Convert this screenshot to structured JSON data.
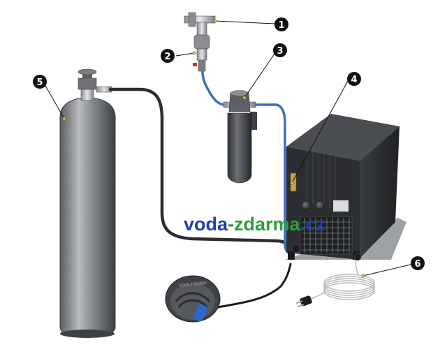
{
  "callouts": [
    {
      "number": "1"
    },
    {
      "number": "2"
    },
    {
      "number": "3"
    },
    {
      "number": "4"
    },
    {
      "number": "5"
    },
    {
      "number": "6"
    }
  ],
  "watermark": {
    "part1": "voda",
    "dash": "-",
    "part2": "zdarma",
    "suffix": ".cz",
    "color_primary": "#1f3fa8",
    "color_secondary": "#2e9e3a"
  },
  "outlet": {
    "label": "Voda / Water"
  }
}
